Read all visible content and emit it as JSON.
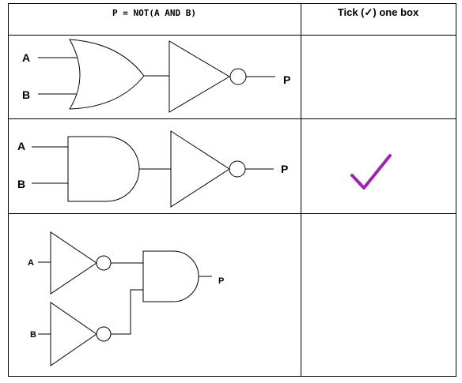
{
  "table": {
    "header_expression": "P = NOT(A AND B)",
    "header_tick": "Tick (✓) one box"
  },
  "rows": [
    {
      "input_a": "A",
      "input_b": "B",
      "output": "P",
      "ticked": false
    },
    {
      "input_a": "A",
      "input_b": "B",
      "output": "P",
      "ticked": true
    },
    {
      "input_a": "A",
      "input_b": "B",
      "output": "P",
      "ticked": false
    }
  ],
  "colors": {
    "tick": "#9b27b0",
    "line": "#000000"
  },
  "icons": {
    "tick_mark": "check-mark-icon"
  }
}
